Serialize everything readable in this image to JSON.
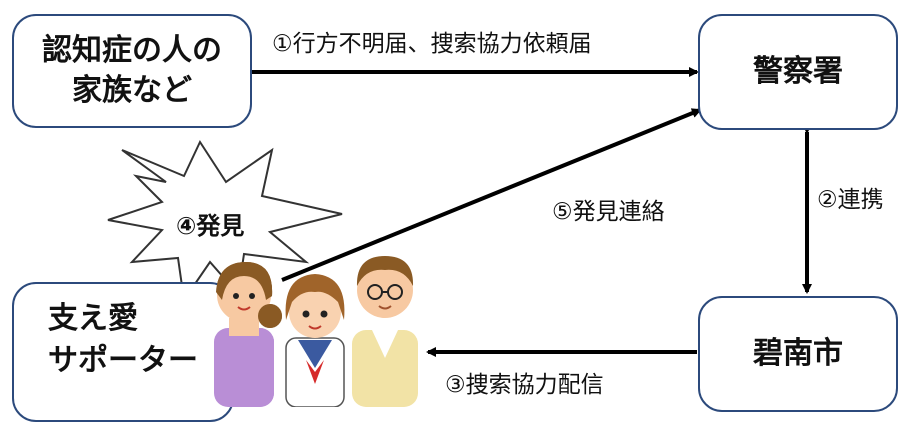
{
  "nodes": {
    "family": [
      "認知症の人の",
      "家族など"
    ],
    "police": "警察署",
    "city": "碧南市",
    "supporter": [
      "支え愛",
      "サポーター"
    ]
  },
  "edges": {
    "report": "①行方不明届、捜索協力依頼届",
    "cooperation": "②連携",
    "search_broadcast": "③捜索協力配信",
    "discovery": "④発見",
    "contact": "⑤発見連絡"
  },
  "colors": {
    "box_border": "#2c4a7c",
    "arrow": "#000000"
  },
  "icons": [
    "mother-figure",
    "schoolgirl-figure",
    "glasses-man-figure",
    "explosion-burst"
  ]
}
